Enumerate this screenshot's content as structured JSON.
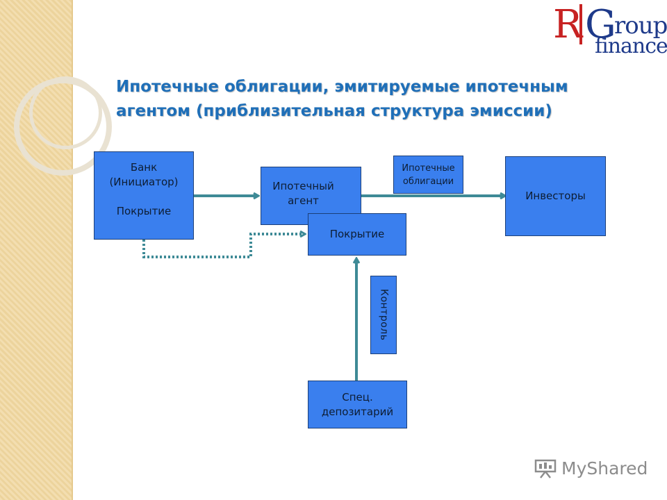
{
  "slide": {
    "title": "Ипотечные облигации, эмитируемые ипотечным агентом (приблизительная структура эмиссии)"
  },
  "logo": {
    "letter_r": "R",
    "letter_g": "G",
    "text_roup": "roup",
    "text_finance": "finance"
  },
  "watermark": {
    "text": "MyShared"
  },
  "diagram": {
    "nodes": {
      "bank": {
        "line1": "Банк",
        "line2": "(Инициатор)",
        "line3": "Покрытие"
      },
      "agent": {
        "line1": "Ипотечный",
        "line2": "агент"
      },
      "cover": {
        "label": "Покрытие"
      },
      "investors": {
        "label": "Инвесторы"
      },
      "depository": {
        "line1": "Спец.",
        "line2": "депозитарий"
      }
    },
    "labels": {
      "bonds": {
        "line1": "Ипотечные",
        "line2": "облигации"
      },
      "control": "Контроль"
    }
  },
  "colors": {
    "box_fill": "#3a7fee",
    "arrow": "#3e8a96",
    "title": "#1f6fb8"
  }
}
